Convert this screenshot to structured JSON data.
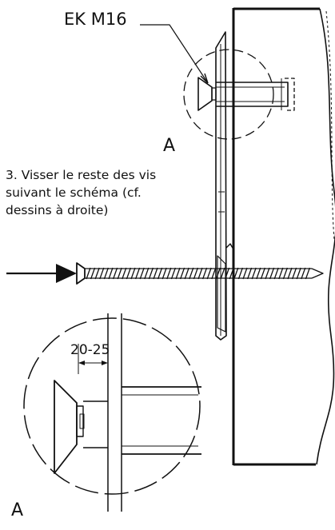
{
  "labels": {
    "part_callout": "EK M16",
    "detail_top": "A",
    "detail_bottom": "A",
    "dimension": "20-25"
  },
  "instruction": {
    "lines": [
      "3. Visser le reste des vis",
      "suivant le schéma (cf.",
      "dessins à droite)"
    ]
  },
  "colors": {
    "ink": "#111111",
    "background": "#ffffff"
  }
}
